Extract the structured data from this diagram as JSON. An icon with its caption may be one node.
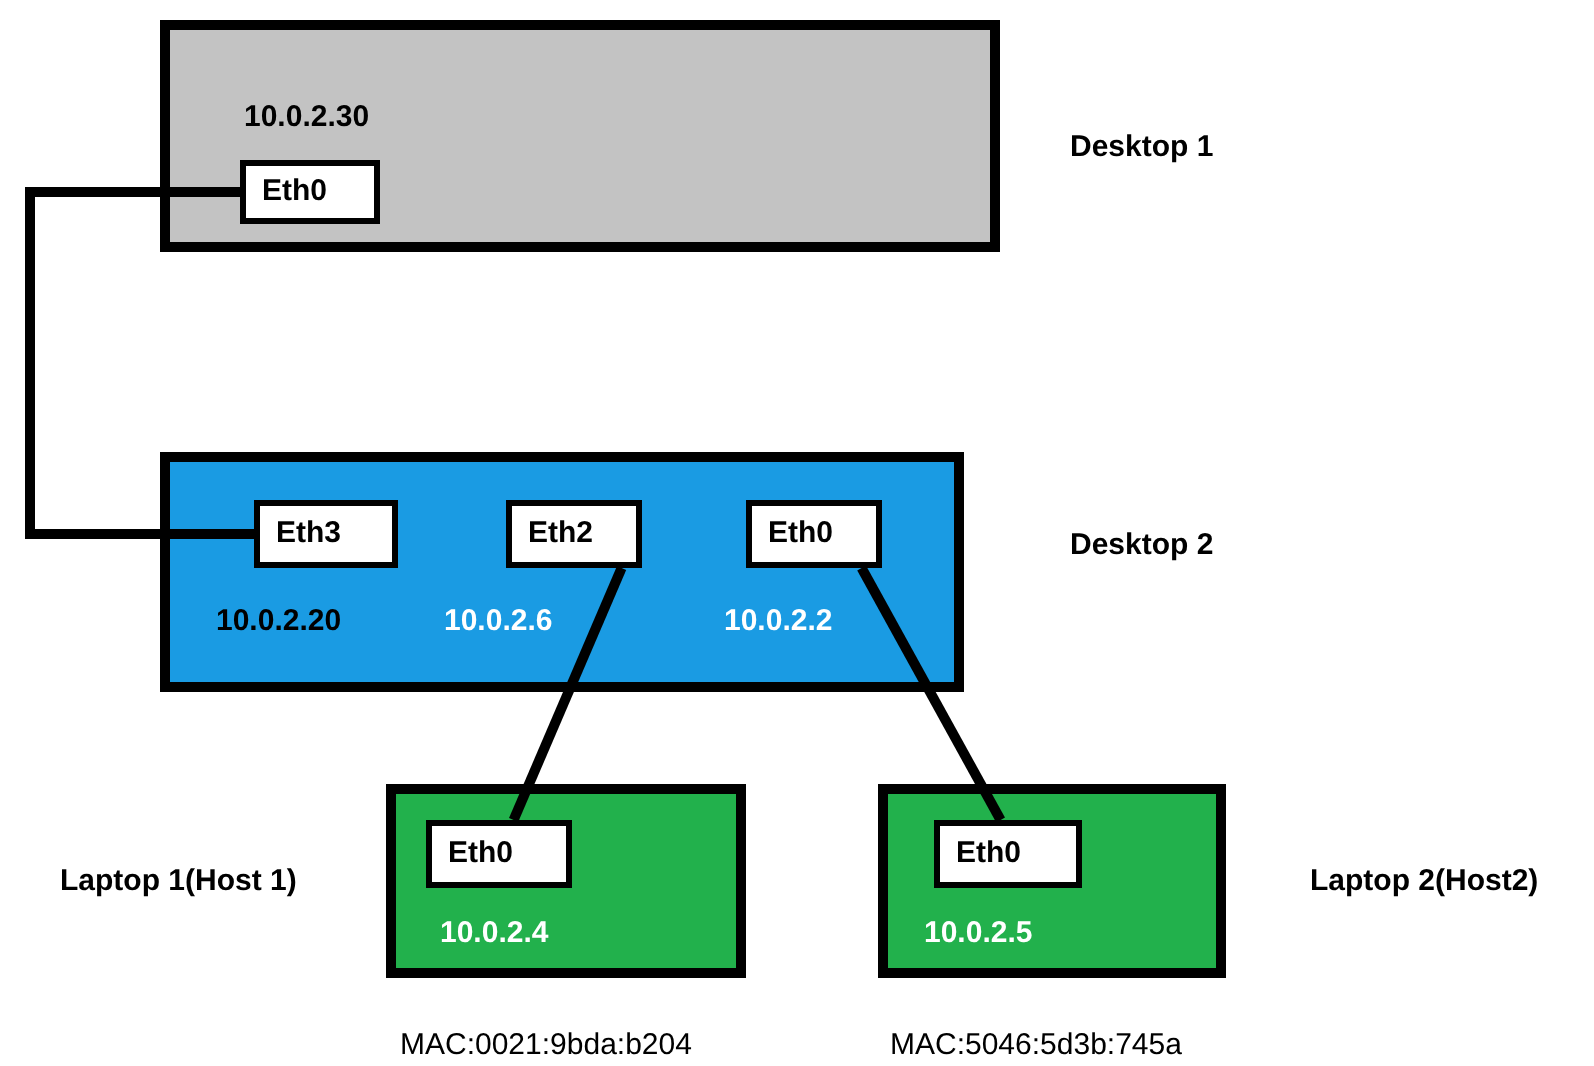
{
  "diagram": {
    "nodes": [
      {
        "text": [
          "10.0.2.30"
        ],
        "beside": [
          "Desktop 1"
        ]
      },
      {
        "text": [
          "Eth0"
        ],
        "in": 0
      },
      {
        "text": [
          "10.0.2.20",
          "10.0.2.6",
          "10.0.2.2"
        ],
        "beside": [
          "Desktop 2"
        ]
      },
      {
        "text": [
          "Eth3"
        ],
        "in": 2
      },
      {
        "text": [
          "Eth2"
        ],
        "in": 2
      },
      {
        "text": [
          "Eth0"
        ],
        "in": 2
      },
      {
        "text": [
          "10.0.2.4"
        ],
        "beside": [
          "Laptop 1(Host 1)",
          "MAC:0021:9bda:b204"
        ]
      },
      {
        "text": [
          "Eth0"
        ],
        "in": 6
      },
      {
        "text": [
          "10.0.2.5"
        ],
        "beside": [
          "Laptop 2(Host2)",
          "MAC:5046:5d3b:745a"
        ]
      },
      {
        "text": [
          "Eth0"
        ],
        "in": 8
      }
    ],
    "edges": [
      {
        "from": 1,
        "to": 3,
        "arrow": "none"
      },
      {
        "from": 4,
        "to": 7,
        "arrow": "none"
      },
      {
        "from": 5,
        "to": 9,
        "arrow": "none"
      }
    ]
  }
}
